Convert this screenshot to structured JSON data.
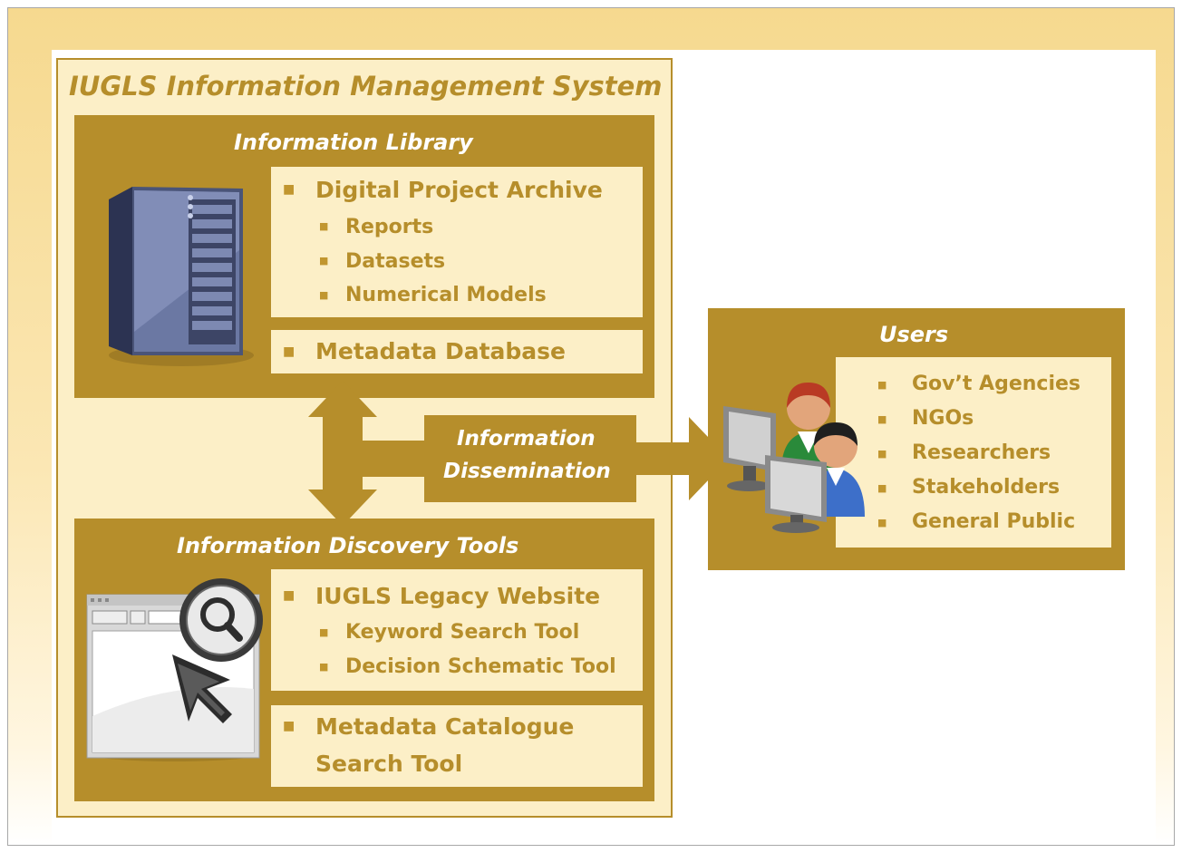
{
  "system": {
    "title": "IUGLS Information Management System"
  },
  "library": {
    "title": "Information Library",
    "archive": {
      "label": "Digital Project Archive",
      "items": [
        "Reports",
        "Datasets",
        "Numerical Models"
      ]
    },
    "metadata": {
      "label": "Metadata Database"
    }
  },
  "discovery": {
    "title": "Information Discovery  Tools",
    "website": {
      "label": "IUGLS Legacy Website",
      "items": [
        "Keyword Search Tool",
        "Decision Schematic Tool"
      ]
    },
    "catalogue": {
      "line1": "Metadata Catalogue",
      "line2": "Search Tool"
    }
  },
  "dissemination": {
    "line1": "Information",
    "line2": "Dissemination"
  },
  "users": {
    "title": "Users",
    "items": [
      "Gov’t Agencies",
      "NGOs",
      "Researchers",
      "Stakeholders",
      "General Public"
    ]
  },
  "icons": [
    "server-icon",
    "browser-window-icon",
    "magnifier-icon",
    "cursor-arrow-icon",
    "users-computers-icon"
  ],
  "colors": {
    "panel": "#b68e2b",
    "light": "#fcefc7",
    "text": "#b68e2b",
    "bullet": "#c1962f",
    "frame_top": "#f6d98f"
  }
}
